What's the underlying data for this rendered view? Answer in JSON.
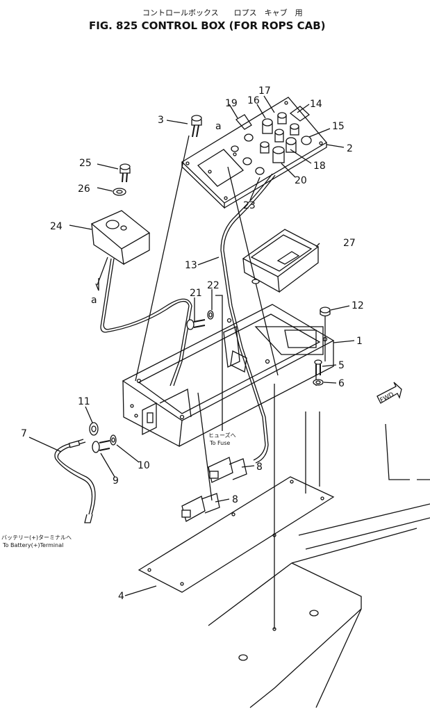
{
  "header": {
    "subtitle_jp": "コントロールボックス　　ロプス　キャブ　用",
    "title": "FIG. 825  CONTROL  BOX  (FOR  ROPS  CAB)"
  },
  "callouts": {
    "c1": "1",
    "c2": "2",
    "c3": "3",
    "c4": "4",
    "c5": "5",
    "c6": "6",
    "c7": "7",
    "c8a": "8",
    "c8b": "8",
    "c9": "9",
    "c10": "10",
    "c11": "11",
    "c12": "12",
    "c13": "13",
    "c14": "14",
    "c15": "15",
    "c16": "16",
    "c17": "17",
    "c18": "18",
    "c19": "19",
    "c20": "20",
    "c21": "21",
    "c22": "22",
    "c23": "23",
    "c24": "24",
    "c25": "25",
    "c26": "26",
    "c27": "27",
    "a_top": "a",
    "a_left": "a"
  },
  "notes": {
    "fuse_jp": "ヒューズへ",
    "fuse_en": "To Fuse",
    "battery_jp": "バッテリー(+)ターミナルへ",
    "battery_en": "To Battery(+)Terminal",
    "fwd": "FWD"
  }
}
